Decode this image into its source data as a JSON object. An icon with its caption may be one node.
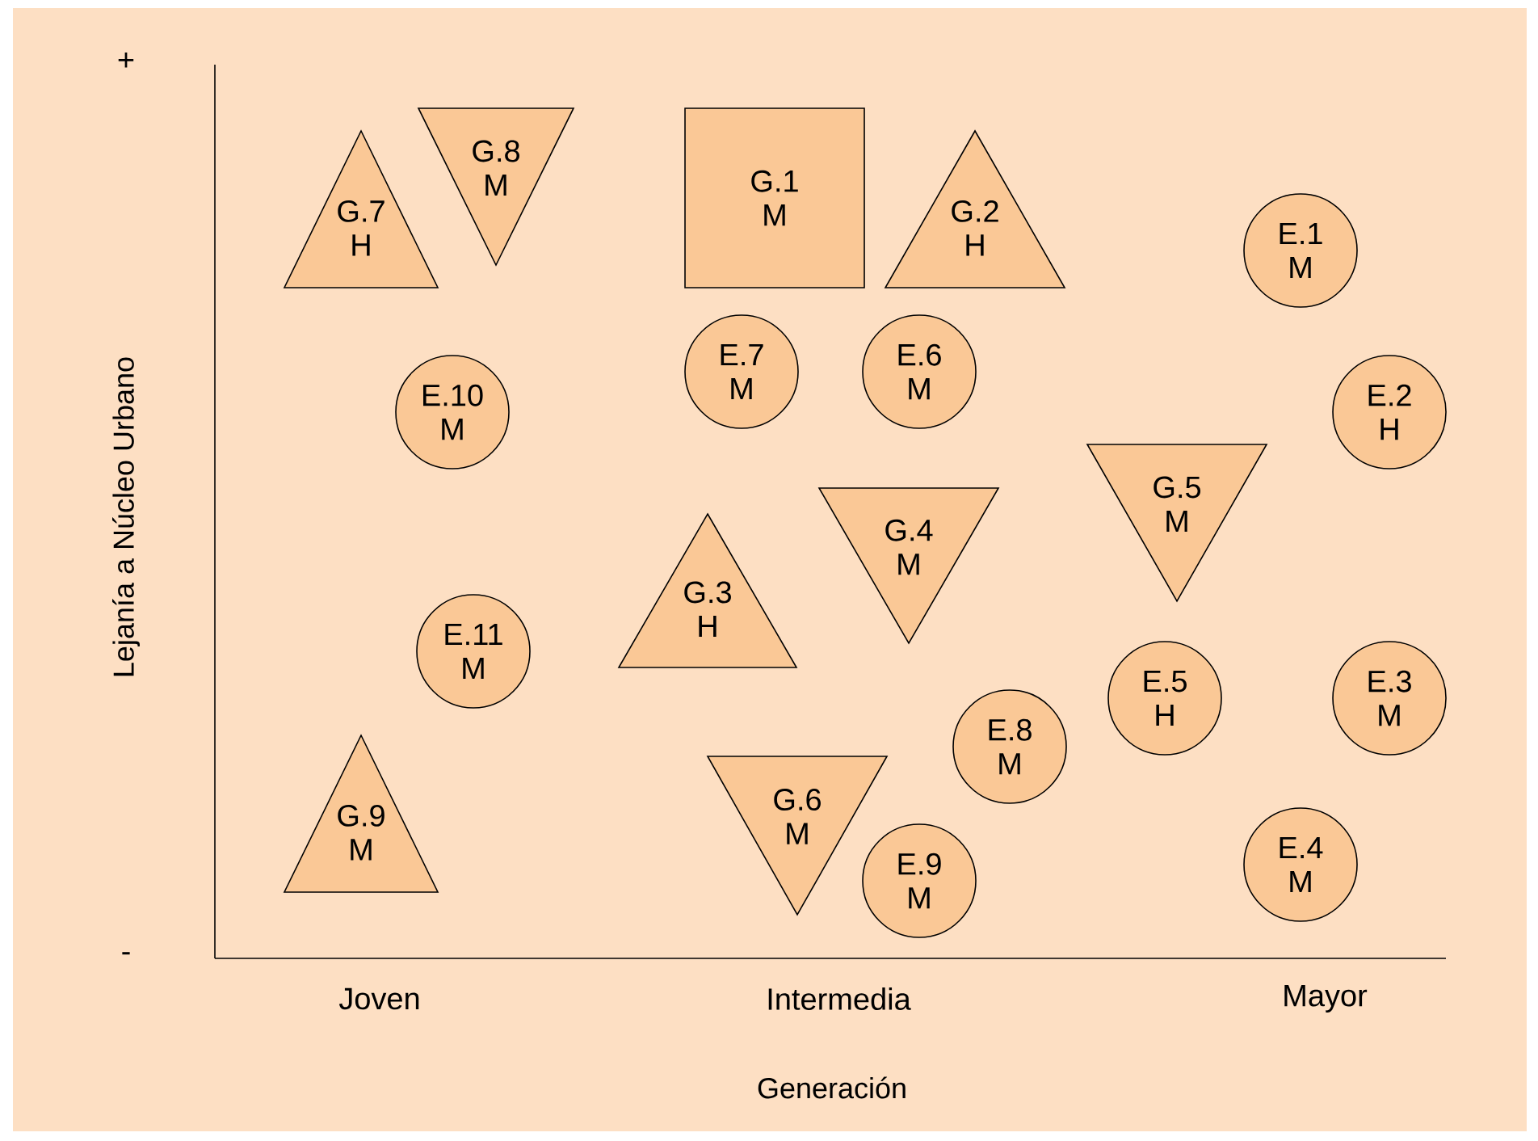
{
  "diagram": {
    "nodes": [
      {
        "text": [
          "G.8",
          "M"
        ]
      },
      {
        "text": [
          "G.1",
          "M"
        ]
      },
      {
        "text": [
          "G.7",
          "H"
        ]
      },
      {
        "text": [
          "G.2",
          "H"
        ]
      },
      {
        "text": [
          "E.1",
          "M"
        ]
      },
      {
        "text": [
          "E.7",
          "M"
        ]
      },
      {
        "text": [
          "E.6",
          "M"
        ]
      },
      {
        "text": [
          "E.10",
          "M"
        ]
      },
      {
        "text": [
          "E.2",
          "H"
        ]
      },
      {
        "text": [
          "G.5",
          "M"
        ]
      },
      {
        "text": [
          "G.4",
          "M"
        ]
      },
      {
        "text": [
          "G.3",
          "H"
        ]
      },
      {
        "text": [
          "E.11",
          "M"
        ]
      },
      {
        "text": [
          "E.5",
          "H"
        ]
      },
      {
        "text": [
          "E.3",
          "M"
        ]
      },
      {
        "text": [
          "E.8",
          "M"
        ]
      },
      {
        "text": [
          "G.6",
          "M"
        ]
      },
      {
        "text": [
          "G.9",
          "M"
        ]
      },
      {
        "text": [
          "E.4",
          "M"
        ]
      },
      {
        "text": [
          "E.9",
          "M"
        ]
      }
    ],
    "labels": [
      "+",
      "Lejanía a Núcleo Urbano",
      "-",
      "Joven",
      "Intermedia",
      "Mayor",
      "Generación"
    ]
  }
}
